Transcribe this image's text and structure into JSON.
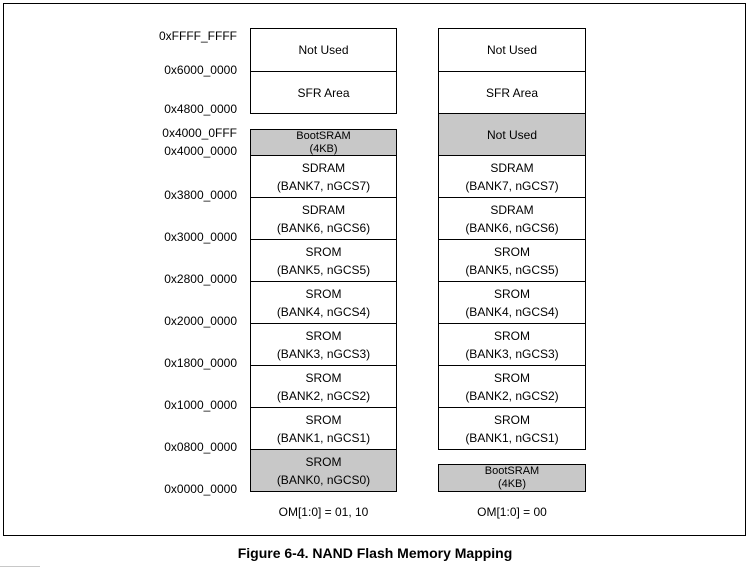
{
  "addresses": [
    "0xFFFF_FFFF",
    "0x6000_0000",
    "0x4800_0000",
    "0x4000_0FFF",
    "0x4000_0000",
    "0x3800_0000",
    "0x3000_0000",
    "0x2800_0000",
    "0x2000_0000",
    "0x1800_0000",
    "0x1000_0000",
    "0x0800_0000",
    "0x0000_0000"
  ],
  "left_map": {
    "caption": "OM[1:0] = 01, 10",
    "cells": [
      {
        "line1": "Not Used",
        "line2": ""
      },
      {
        "line1": "SFR Area",
        "line2": ""
      },
      {
        "line1": "BootSRAM",
        "line2": "(4KB)"
      },
      {
        "line1": "SDRAM",
        "line2": "(BANK7, nGCS7)"
      },
      {
        "line1": "SDRAM",
        "line2": "(BANK6, nGCS6)"
      },
      {
        "line1": "SROM",
        "line2": "(BANK5, nGCS5)"
      },
      {
        "line1": "SROM",
        "line2": "(BANK4, nGCS4)"
      },
      {
        "line1": "SROM",
        "line2": "(BANK3, nGCS3)"
      },
      {
        "line1": "SROM",
        "line2": "(BANK2, nGCS2)"
      },
      {
        "line1": "SROM",
        "line2": "(BANK1, nGCS1)"
      },
      {
        "line1": "SROM",
        "line2": "(BANK0, nGCS0)"
      }
    ]
  },
  "right_map": {
    "caption": "OM[1:0] = 00",
    "cells": [
      {
        "line1": "Not Used",
        "line2": ""
      },
      {
        "line1": "SFR Area",
        "line2": ""
      },
      {
        "line1": "Not Used",
        "line2": ""
      },
      {
        "line1": "SDRAM",
        "line2": "(BANK7, nGCS7)"
      },
      {
        "line1": "SDRAM",
        "line2": "(BANK6, nGCS6)"
      },
      {
        "line1": "SROM",
        "line2": "(BANK5, nGCS5)"
      },
      {
        "line1": "SROM",
        "line2": "(BANK4, nGCS4)"
      },
      {
        "line1": "SROM",
        "line2": "(BANK3, nGCS3)"
      },
      {
        "line1": "SROM",
        "line2": "(BANK2, nGCS2)"
      },
      {
        "line1": "SROM",
        "line2": "(BANK1, nGCS1)"
      },
      {
        "line1": "BootSRAM",
        "line2": "(4KB)"
      }
    ]
  },
  "figure_title": "Figure 6-4. NAND Flash Memory Mapping"
}
